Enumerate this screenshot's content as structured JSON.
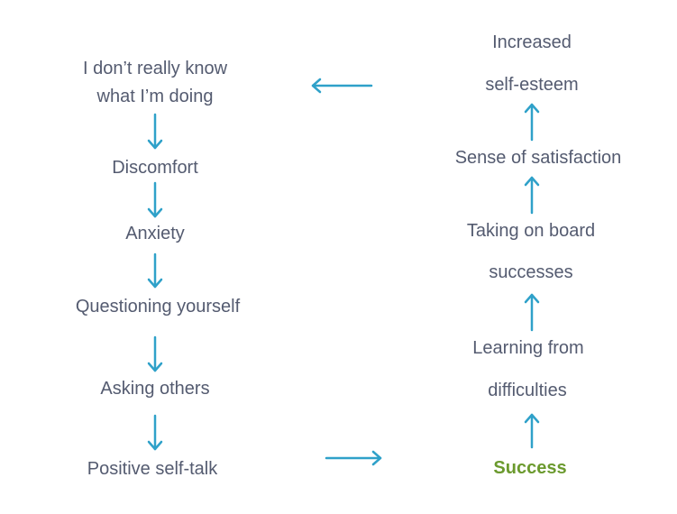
{
  "colors": {
    "text": "#545b70",
    "arrow": "#2fa1c9",
    "success": "#6b9a2e"
  },
  "left_column": {
    "step1_line1": "I don’t really know",
    "step1_line2": "what I’m doing",
    "step2": "Discomfort",
    "step3": "Anxiety",
    "step4": "Questioning yourself",
    "step5": "Asking others",
    "step6": "Positive self-talk"
  },
  "right_column": {
    "step1": "Success",
    "step2_line1": "Learning from",
    "step2_line2": "difficulties",
    "step3_line1": "Taking on board",
    "step3_line2": "successes",
    "step4": "Sense of satisfaction",
    "step5_line1": "Increased",
    "step5_line2": "self-esteem"
  }
}
